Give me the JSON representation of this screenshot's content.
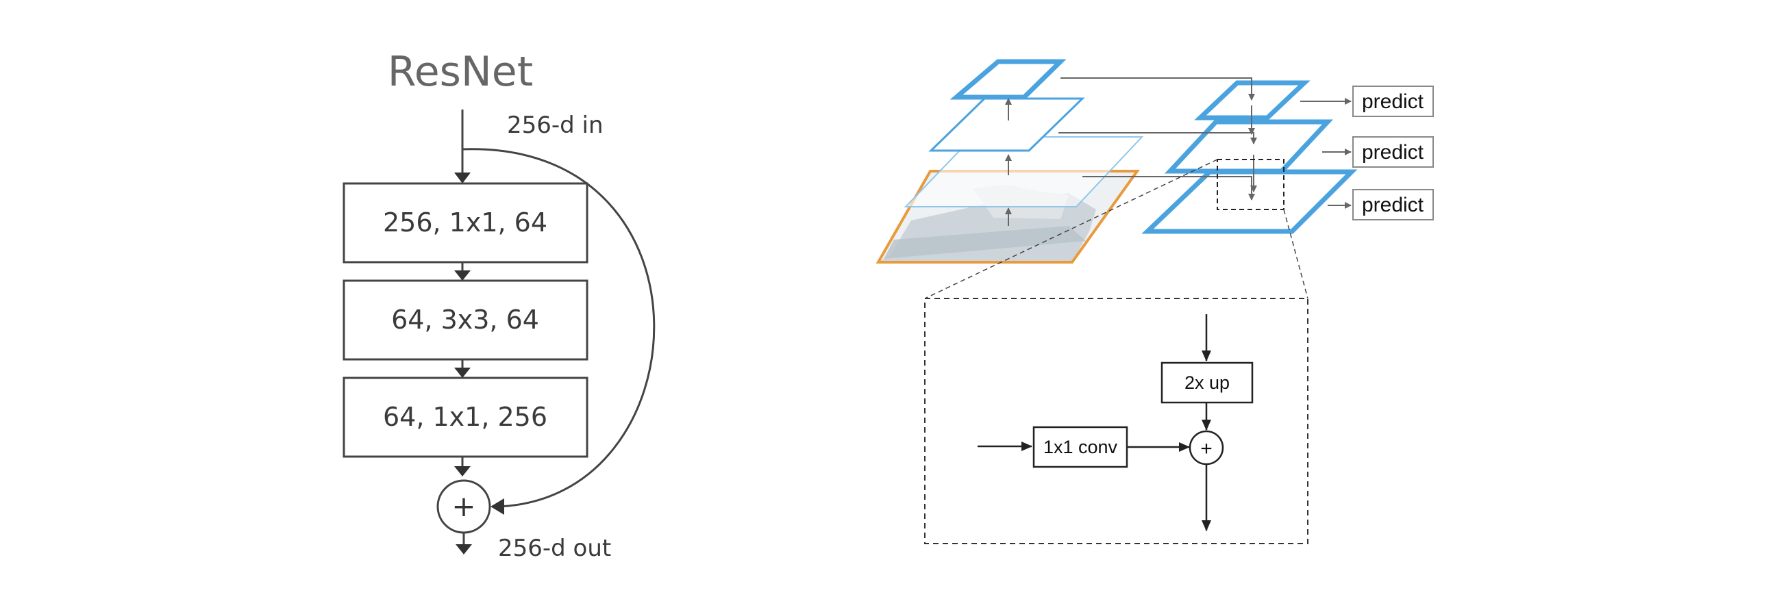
{
  "resnet": {
    "title": "ResNet",
    "input_label": "256-d in",
    "output_label": "256-d out",
    "layers": [
      "256, 1x1, 64",
      "64, 3x3, 64",
      "64, 1x1, 256"
    ],
    "sum_symbol": "+"
  },
  "fpn": {
    "predict_labels": [
      "predict",
      "predict",
      "predict"
    ],
    "detail": {
      "upsample_label": "2x up",
      "lateral_label": "1x1 conv",
      "sum_symbol": "+"
    }
  },
  "colors": {
    "pyramid_blue": "#4aa3df",
    "image_border_orange": "#e89a3c",
    "resnet_stroke": "#444444",
    "text_dark": "#3a3a3a"
  }
}
